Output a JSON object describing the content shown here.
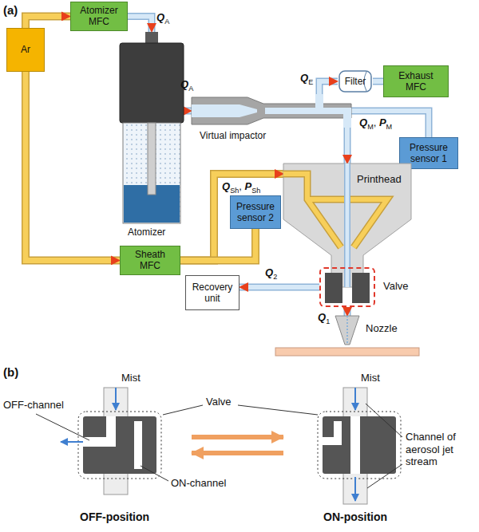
{
  "diagram": {
    "nodes": [
      {
        "text": [
          "Ar"
        ]
      },
      {
        "text": [
          "Atomizer MFC"
        ]
      },
      {
        "text": [
          "Atomizer"
        ]
      },
      {
        "text": [
          "Virtual impactor"
        ]
      },
      {
        "text": [
          "Filter"
        ]
      },
      {
        "text": [
          "Exhaust MFC"
        ]
      },
      {
        "text": [
          "Pressure sensor 1"
        ]
      },
      {
        "text": [
          "Printhead"
        ]
      },
      {
        "text": [
          "Pressure sensor 2"
        ]
      },
      {
        "text": [
          "Sheath MFC"
        ]
      },
      {
        "text": [
          "Valve"
        ],
        "in": 7
      },
      {
        "text": [
          "Recovery unit"
        ]
      },
      {
        "text": [
          "Nozzle"
        ]
      }
    ],
    "edges": [
      {
        "from": 0,
        "to": 1,
        "arrow": "to"
      },
      {
        "from": 1,
        "to": 2,
        "arrow": "to",
        "label": "QA"
      },
      {
        "from": 2,
        "to": 3,
        "arrow": "to",
        "label": "QA"
      },
      {
        "from": 3,
        "to": 4,
        "arrow": "to",
        "label": "QE"
      },
      {
        "from": 4,
        "to": 5,
        "arrow": "none"
      },
      {
        "from": 3,
        "to": 7,
        "arrow": "to"
      },
      {
        "from": 3,
        "to": 6,
        "arrow": "none"
      },
      {
        "from": 0,
        "to": 9,
        "arrow": "to"
      },
      {
        "from": 9,
        "to": 7,
        "arrow": "to"
      },
      {
        "from": 9,
        "to": 8,
        "arrow": "none"
      },
      {
        "from": 10,
        "to": 11,
        "arrow": "to",
        "label": "Q2"
      },
      {
        "from": 10,
        "to": 12,
        "arrow": "to",
        "label": "Q1"
      }
    ],
    "labels": [
      "(a)",
      "QM, PM",
      "QSh, PSh",
      "(b)",
      "Mist",
      "Mist",
      "Valve",
      "OFF-channel",
      "ON-channel",
      "Channel of aerosol jet stream",
      "OFF-position",
      "ON-position"
    ]
  }
}
